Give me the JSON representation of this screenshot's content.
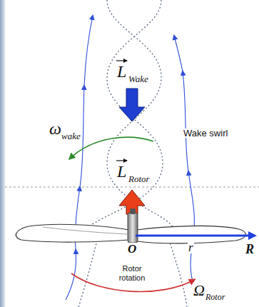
{
  "diagram": {
    "labels": [
      "L",
      "Wake",
      "L",
      "Rotor",
      "ω",
      "wake",
      "Wake swirl",
      "O",
      "r",
      "R",
      "Rotor rotation",
      "Ω",
      "Rotor"
    ]
  }
}
